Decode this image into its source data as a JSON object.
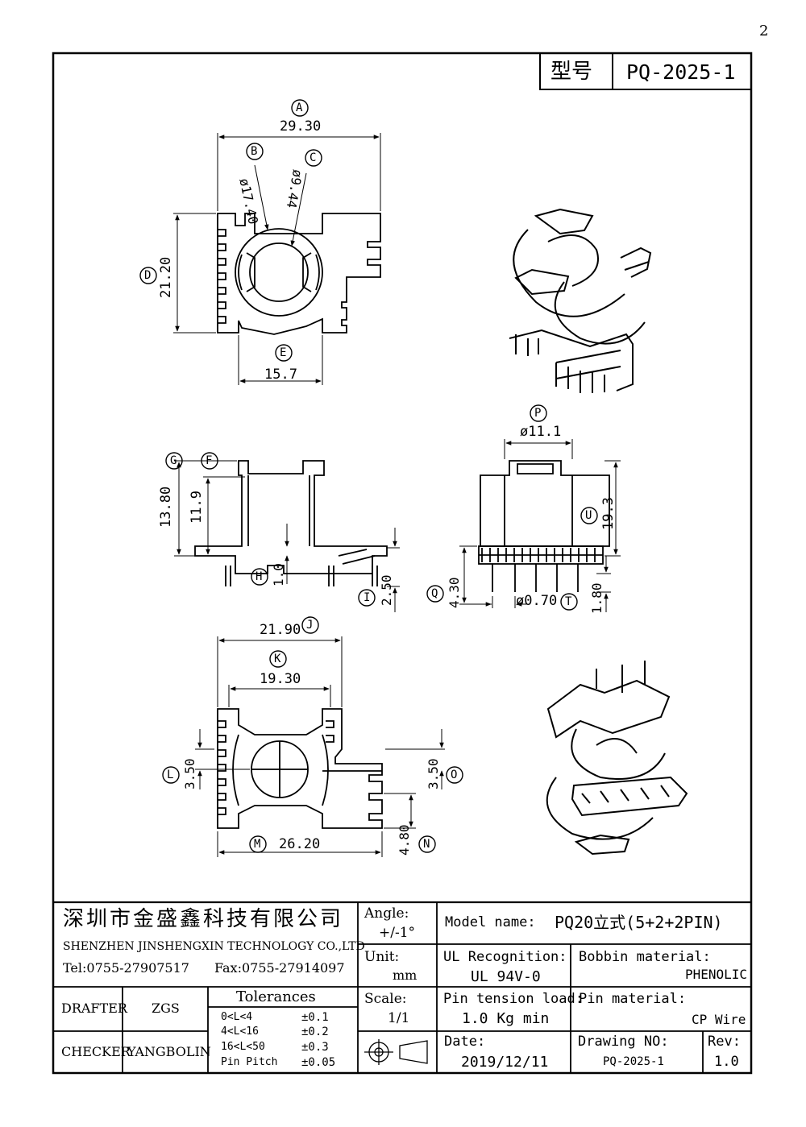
{
  "page_number": "2",
  "model_box": {
    "label": "型号",
    "value": "PQ-2025-1"
  },
  "dimensions": {
    "A": {
      "letter": "A",
      "value": "29.30"
    },
    "B": {
      "letter": "B",
      "value": "ø17.40"
    },
    "C": {
      "letter": "C",
      "value": "ø9.44"
    },
    "D": {
      "letter": "D",
      "value": "21.20"
    },
    "E": {
      "letter": "E",
      "value": "15.7"
    },
    "F": {
      "letter": "F",
      "value": "11.9"
    },
    "G": {
      "letter": "G",
      "value": "13.80"
    },
    "H": {
      "letter": "H",
      "value": "1.0"
    },
    "I": {
      "letter": "I",
      "value": "2.50"
    },
    "J": {
      "letter": "J",
      "value": "21.90"
    },
    "K": {
      "letter": "K",
      "value": "19.30"
    },
    "L": {
      "letter": "L",
      "value": "3.50"
    },
    "M": {
      "letter": "M",
      "value": "26.20"
    },
    "N": {
      "letter": "N",
      "value": "4.80"
    },
    "O": {
      "letter": "O",
      "value": "3.50"
    },
    "P": {
      "letter": "P",
      "value": "ø11.1"
    },
    "Q": {
      "letter": "Q",
      "value": "4.30"
    },
    "T": {
      "letter": "T",
      "value": "ø0.70"
    },
    "U": {
      "letter": "U",
      "value": "19.3"
    },
    "V": {
      "value": "1.80"
    }
  },
  "title_block": {
    "company_cn": "深圳市金盛鑫科技有限公司",
    "company_en": "SHENZHEN JINSHENGXIN TECHNOLOGY CO.,LTD",
    "tel": "Tel:0755-27907517",
    "fax": "Fax:0755-27914097",
    "drafter_label": "DRAFTER",
    "drafter": "ZGS",
    "checker_label": "CHECKER",
    "checker": "YANGBOLIN",
    "tolerances_title": "Tolerances",
    "tolerances": [
      {
        "range": "0<L<4",
        "value": "±0.1"
      },
      {
        "range": "4<L<16",
        "value": "±0.2"
      },
      {
        "range": "16<L<50",
        "value": "±0.3"
      },
      {
        "range": "Pin Pitch",
        "value": "±0.05"
      }
    ],
    "angle_label": "Angle:",
    "angle_value": "+/-1°",
    "unit_label": "Unit:",
    "unit_value": "mm",
    "scale_label": "Scale:",
    "scale_value": "1/1",
    "model_label": "Model name:",
    "model_value": "PQ20立式(5+2+2PIN)",
    "ul_label": "UL Recognition:",
    "ul_value": "UL 94V-0",
    "bobbin_label": "Bobbin material:",
    "bobbin_value": "PHENOLIC",
    "pin_tension_label": "Pin tension load:",
    "pin_tension_value": "1.0 Kg min",
    "pin_material_label": "Pin material:",
    "pin_material_value": "CP Wire",
    "date_label": "Date:",
    "date_value": "2019/12/11",
    "drawing_no_label": "Drawing NO:",
    "drawing_no_value": "PQ-2025-1",
    "rev_label": "Rev:",
    "rev_value": "1.0"
  }
}
